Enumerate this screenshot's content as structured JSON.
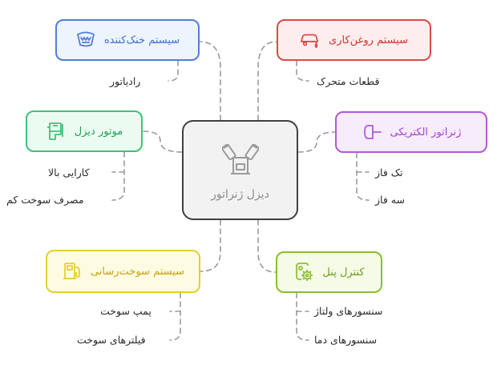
{
  "center": {
    "label": "دیزل ژنراتور",
    "icon": "engine-icon"
  },
  "nodes": {
    "cooling": {
      "label": "سیستم خنک‌کننده",
      "icon": "radiator-icon",
      "color": "#4f7fd6",
      "children": [
        "رادیاتور"
      ]
    },
    "lubrication": {
      "label": "سیستم روغن‌کاری",
      "icon": "oil-can-icon",
      "color": "#db4a4a",
      "children": [
        "قطعات متحرک"
      ]
    },
    "engine": {
      "label": "موتور دیزل",
      "icon": "engine-block-icon",
      "color": "#3fc27a",
      "children": [
        "کارایی بالا",
        "مصرف سوخت کم"
      ]
    },
    "alternator": {
      "label": "ژنراتور الکتریکی",
      "icon": "plug-icon",
      "color": "#b05ad8",
      "children": [
        "تک فاز",
        "سه فاز"
      ]
    },
    "fuel": {
      "label": "سیستم سوخت‌رسانی",
      "icon": "fuel-pump-icon",
      "color": "#e7cf30",
      "children": [
        "پمپ سوخت",
        "فیلترهای سوخت"
      ]
    },
    "control": {
      "label": "کنترل پنل",
      "icon": "control-gear-icon",
      "color": "#8abf2e",
      "children": [
        "سنسورهای ولتاژ",
        "سنسورهای دما"
      ]
    }
  }
}
